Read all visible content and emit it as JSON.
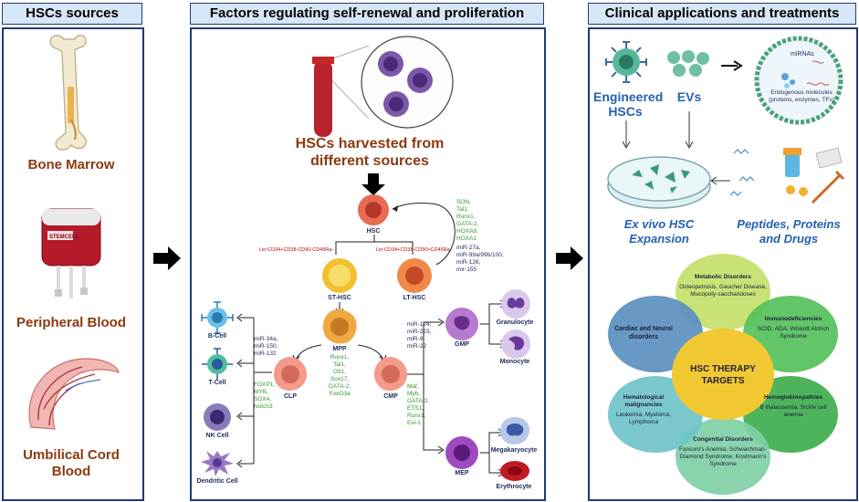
{
  "panel_left": {
    "header": "HSCs sources",
    "items": [
      "Bone Marrow",
      "Peripheral Blood",
      "Umbilical Cord Blood"
    ],
    "bag_label": "STEMCELL"
  },
  "panel_middle": {
    "header": "Factors regulating self-renewal and proliferation",
    "harvest": "HSCs harvested from different sources",
    "hsc": "HSC",
    "markers_left": "Lin-CD34+CD38-CD90-CD45Ra-",
    "markers_right": "Lin-CD34+CD38-CD90+CD45Ra-",
    "st_hsc": "ST-HSC",
    "lt_hsc": "LT-HSC",
    "lt_factors_green": [
      "SON,",
      "Tal1,",
      "Runx1,",
      "GATA-2,",
      "HOXA9,",
      "HOXA1"
    ],
    "lt_factors_navy": [
      "miR-27a,",
      "miR-99a/99b/100,",
      "miR-126,",
      "mir-155"
    ],
    "mpp": "MPP",
    "mpp_factors": [
      "Runx1,",
      "Tal1,",
      "Gfi1,",
      "Sox17,",
      "GATA-2,",
      "FoxO3a"
    ],
    "clp": "CLP",
    "cmp": "CMP",
    "clp_mir": [
      "miR-34a,",
      "miR-150,",
      "miR-132"
    ],
    "clp_factors": [
      "FOXP1,",
      "MYB,",
      "SOX4,",
      "Notch3"
    ],
    "cmp_mir": [
      "miR-124,",
      "miR-223,",
      "miR-9,",
      "miR-22"
    ],
    "cmp_factors": [
      "Maf,",
      "Myb,",
      "GATA-2,",
      "ETS1,",
      "Runx1,",
      "Evi-1"
    ],
    "lymphoid": [
      "B-Cell",
      "T-Cell",
      "NK Cell",
      "Dendritic Cell"
    ],
    "gmp": "GMP",
    "mep": "MEP",
    "gmp_out": [
      "Granulocyte",
      "Monocyte"
    ],
    "mep_out": [
      "Megakaryocyte",
      "Erythrocyte"
    ]
  },
  "panel_right": {
    "header": "Clinical applications and treatments",
    "engineered": "Engineered HSCs",
    "evs": "EVs",
    "mirnas": "miRNAs",
    "endogenous": "Endogenous molecules (proteins, enzymes, TFs)",
    "exvivo": "Ex vivo HSC Expansion",
    "peptides": "Peptides, Proteins and Drugs",
    "center": "HSC THERAPY TARGETS",
    "petals": [
      {
        "title": "Metabolic Disorders",
        "desc": "Osteopetrosis, Gaucher Disease, Mucopoly-saccharidoses",
        "color": "#c4e06a"
      },
      {
        "title": "Immunodeficiencies",
        "desc": "SCID, ADA, Wiskott Aldrich Syndrome",
        "color": "#55c05a"
      },
      {
        "title": "Hemoglobinopathies",
        "desc": "B thalassemia, Sickle cell anemia",
        "color": "#3fae4e"
      },
      {
        "title": "Congenital Disorders",
        "desc": "Fanconi's Anemia, Schwachman-Diamond Syndrome, Kostmann's Syndrome",
        "color": "#7fcfa6"
      },
      {
        "title": "Hematological malignancies",
        "desc": "Leukemia, Myeloma, Lymphoma",
        "color": "#6fc3c8"
      },
      {
        "title": "Cardiac and Neural disorders",
        "desc": "",
        "color": "#5b8fbf"
      }
    ],
    "center_color": "#f2c832"
  }
}
